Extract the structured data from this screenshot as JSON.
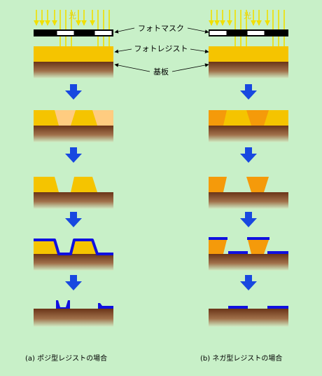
{
  "labels": {
    "light": "光",
    "photomask": "フォトマスク",
    "photoresist": "フォトレジスト",
    "substrate": "基板"
  },
  "captions": {
    "positive": "(a) ポジ型レジストの場合",
    "negative": "(b) ネガ型レジストの場合"
  },
  "colors": {
    "background": "#c8f0c8",
    "light_ray": "#f0e000",
    "mask_opaque": "#000000",
    "mask_clear": "#ffffff",
    "resist": "#f5c400",
    "resist_exposed_positive": "#ffcc80",
    "resist_exposed_negative": "#f59a0a",
    "substrate_top": "#7a3e1e",
    "substrate_bottom": "#d0f0c8",
    "metal": "#1010e0",
    "arrow": "#1848e0"
  },
  "icons": {
    "process_arrow": "down-arrow-icon",
    "leader": "pointer-arrow-icon"
  }
}
